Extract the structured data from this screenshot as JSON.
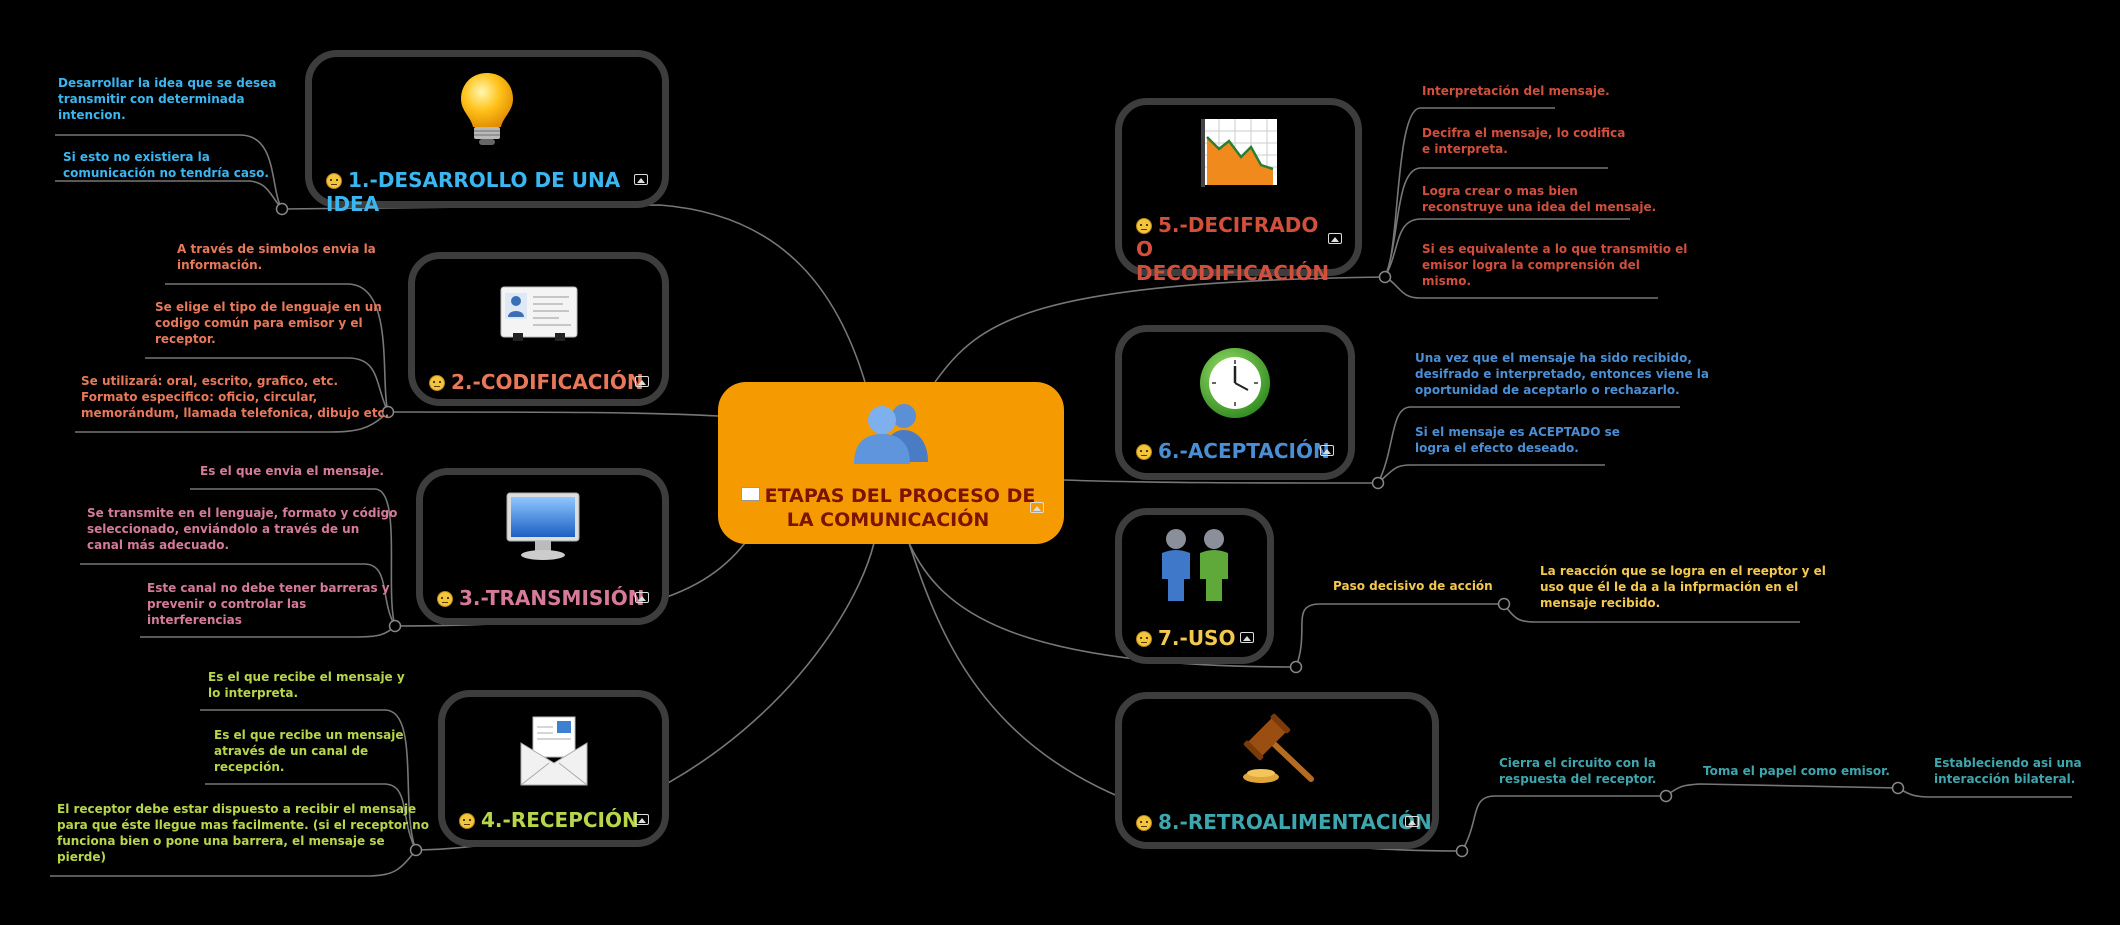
{
  "central": {
    "title": "ETAPAS DEL PROCESO DE LA COMUNICACIÓN",
    "icon": "people-icon",
    "emoji": "envelope-icon",
    "color": "#f59a00"
  },
  "branches": [
    {
      "title": "1.-DESARROLLO DE UNA IDEA",
      "color": "#3ab6f0",
      "icon": "lightbulb-icon",
      "leaves": [
        "Desarrollar la idea que se desea\ntransmitir con determinada\nintencion.",
        "Si esto no existiera la\ncomunicación no tendría caso."
      ]
    },
    {
      "title": "2.-CODIFICACIÓN",
      "color": "#e8785a",
      "icon": "contact-card-icon",
      "leaves": [
        "A través de simbolos envia la\ninformación.",
        "Se elige el tipo de lenguaje en un\ncodigo común para emisor y el\nreceptor.",
        "Se utilizará: oral, escrito, grafico, etc.\nFormato especifico: oficio, circular,\nmemorándum, llamada telefonica, dibujo etc."
      ]
    },
    {
      "title": "3.-TRANSMISIÓN",
      "color": "#d67a9a",
      "icon": "monitor-icon",
      "leaves": [
        "Es el que envia el mensaje.",
        "Se transmite en el lenguaje, formato y código\nseleccionado, enviándolo a través de un\ncanal más adecuado.",
        "Este canal no debe tener barreras y\nprevenir o controlar las\ninterferencias"
      ]
    },
    {
      "title": "4.-RECEPCIÓN",
      "color": "#b7d64a",
      "icon": "envelope-letter-icon",
      "leaves": [
        "Es el que recibe el mensaje y\nlo interpreta.",
        "Es el que recibe un mensaje\natravés de un canal de\nrecepción.",
        "El receptor debe estar dispuesto a recibir  el mensaje\npara que éste llegue mas facilmente. (si el receptor no\nfunciona bien o pone una barrera, el mensaje se\npierde)"
      ]
    },
    {
      "title": "5.-DECIFRADO O DECODIFICACIÓN",
      "color": "#d24f3c",
      "icon": "chart-icon",
      "leaves": [
        "Interpretación del mensaje.",
        "Decifra el mensaje, lo codifica\ne interpreta.",
        "Logra crear o mas bien\nreconstruye una idea del mensaje.",
        "Si es equivalente a lo que transmitio el\nemisor logra la comprensión  del\nmismo."
      ]
    },
    {
      "title": "6.-ACEPTACIÓN",
      "color": "#4a8ed4",
      "icon": "clock-icon",
      "leaves": [
        "Una vez que el mensaje ha sido recibido,\ndesifrado e interpretado, entonces viene la\noportunidad de aceptarlo o rechazarlo.",
        "Si el mensaje es ACEPTADO se\nlogra el efecto deseado."
      ]
    },
    {
      "title": "7.-USO",
      "color": "#f2c84e",
      "icon": "users-icon",
      "leaves": [
        "Paso decisivo de acción",
        "La reacción que se logra en el reeptor  y el\nuso que él le da a la infprmación  en el\nmensaje recibido."
      ]
    },
    {
      "title": "8.-RETROALIMENTACIÓN",
      "color": "#3ea6ad",
      "icon": "gavel-icon",
      "leaves": [
        "Cierra el circuito con la\nrespuesta del receptor.",
        "Toma el papel como emisor.",
        "Estableciendo asi una\ninteracción bilateral."
      ]
    }
  ]
}
